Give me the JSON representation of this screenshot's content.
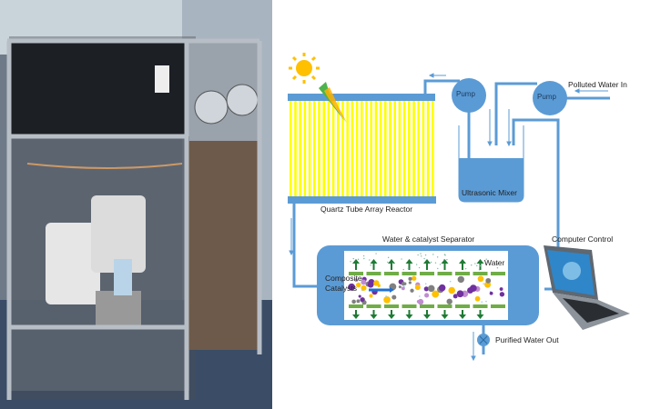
{
  "photo": {
    "subject": "prototype-water-treatment-rig"
  },
  "diagram": {
    "labels": {
      "pump_left": "Pump",
      "pump_right": "Pump",
      "polluted_water_in": "Polluted Water In",
      "ultrasonic_mixer": "Ultrasonic Mixer",
      "reactor": "Quartz Tube Array Reactor",
      "separator": "Water & catalyst Separator",
      "computer_control": "Computer Control",
      "water": "Water",
      "composite_catalysts_1": "Composite",
      "composite_catalysts_2": "Catalysts",
      "purified_water_out": "Purified Water Out"
    },
    "colors": {
      "pipe": "#5b9bd5",
      "tube_yellow": "#ffff00",
      "membrane": "#70ad47",
      "arrow_green": "#1e7b34",
      "sun": "#ffc000"
    }
  }
}
